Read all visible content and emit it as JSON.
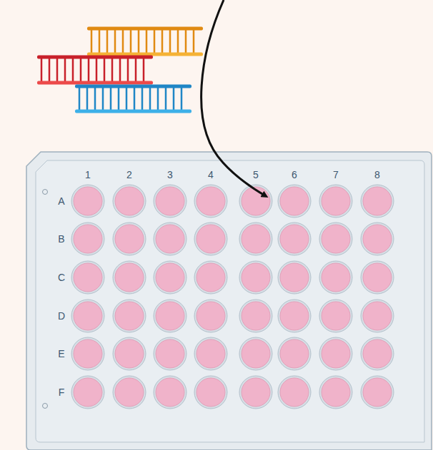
{
  "diagram": {
    "labels": [
      "1",
      "2",
      "3",
      "4",
      "5",
      "6",
      "7",
      "8",
      "A",
      "B",
      "C",
      "D",
      "E",
      "F"
    ]
  }
}
